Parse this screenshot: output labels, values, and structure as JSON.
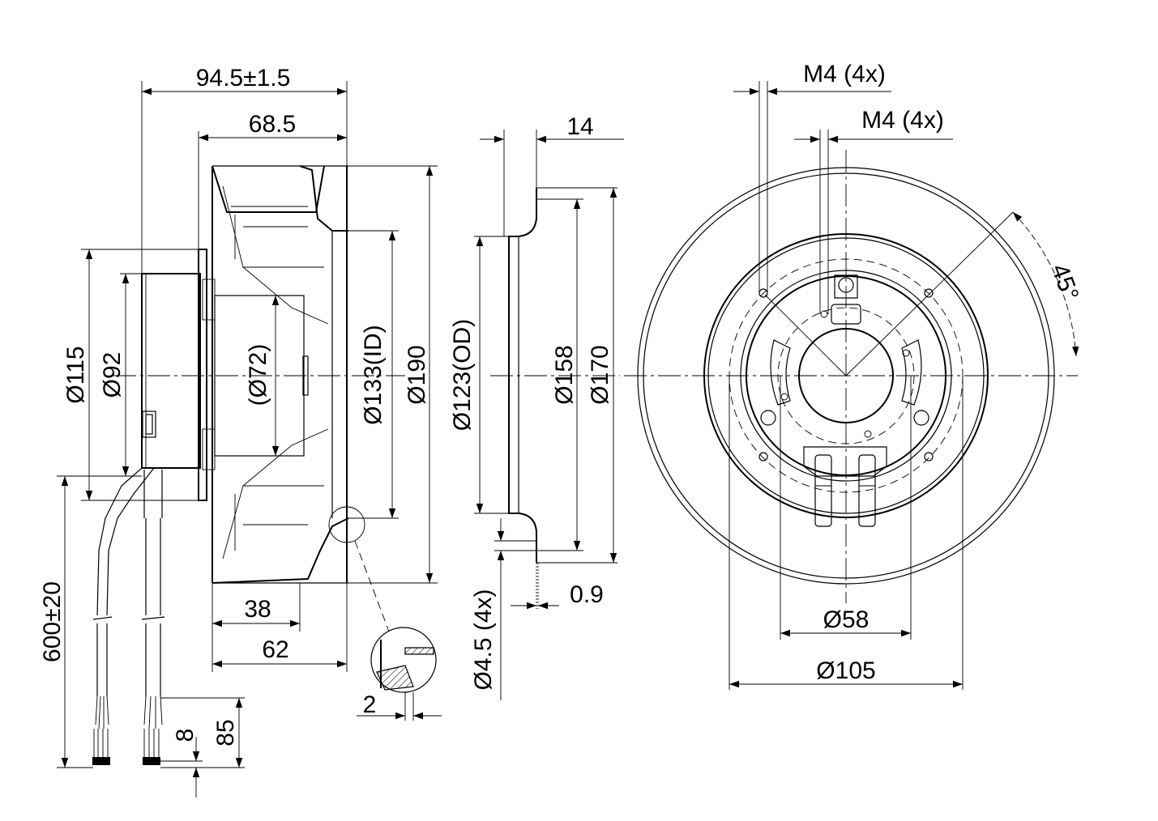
{
  "side_view": {
    "overall_length": "94.5±1.5",
    "motor_length": "68.5",
    "dia_115": "Ø115",
    "dia_92": "Ø92",
    "dia_72": "(Ø72)",
    "dia_133_id": "Ø133(ID)",
    "dia_190": "Ø190",
    "inlet_38": "38",
    "impeller_62": "62",
    "cable_length": "600±20",
    "strip_8": "8",
    "strip_85": "85",
    "detail_2": "2"
  },
  "ring_view": {
    "thickness_14": "14",
    "dia_123_od": "Ø123(OD)",
    "dia_158": "Ø158",
    "dia_170": "Ø170",
    "sheet_0_9": "0.9",
    "holes_4_5": "Ø4.5 (4x)"
  },
  "front_view": {
    "m4_top": "M4 (4x)",
    "m4_inner": "M4 (4x)",
    "angle_45": "45°",
    "dia_58": "Ø58",
    "dia_105": "Ø105"
  }
}
